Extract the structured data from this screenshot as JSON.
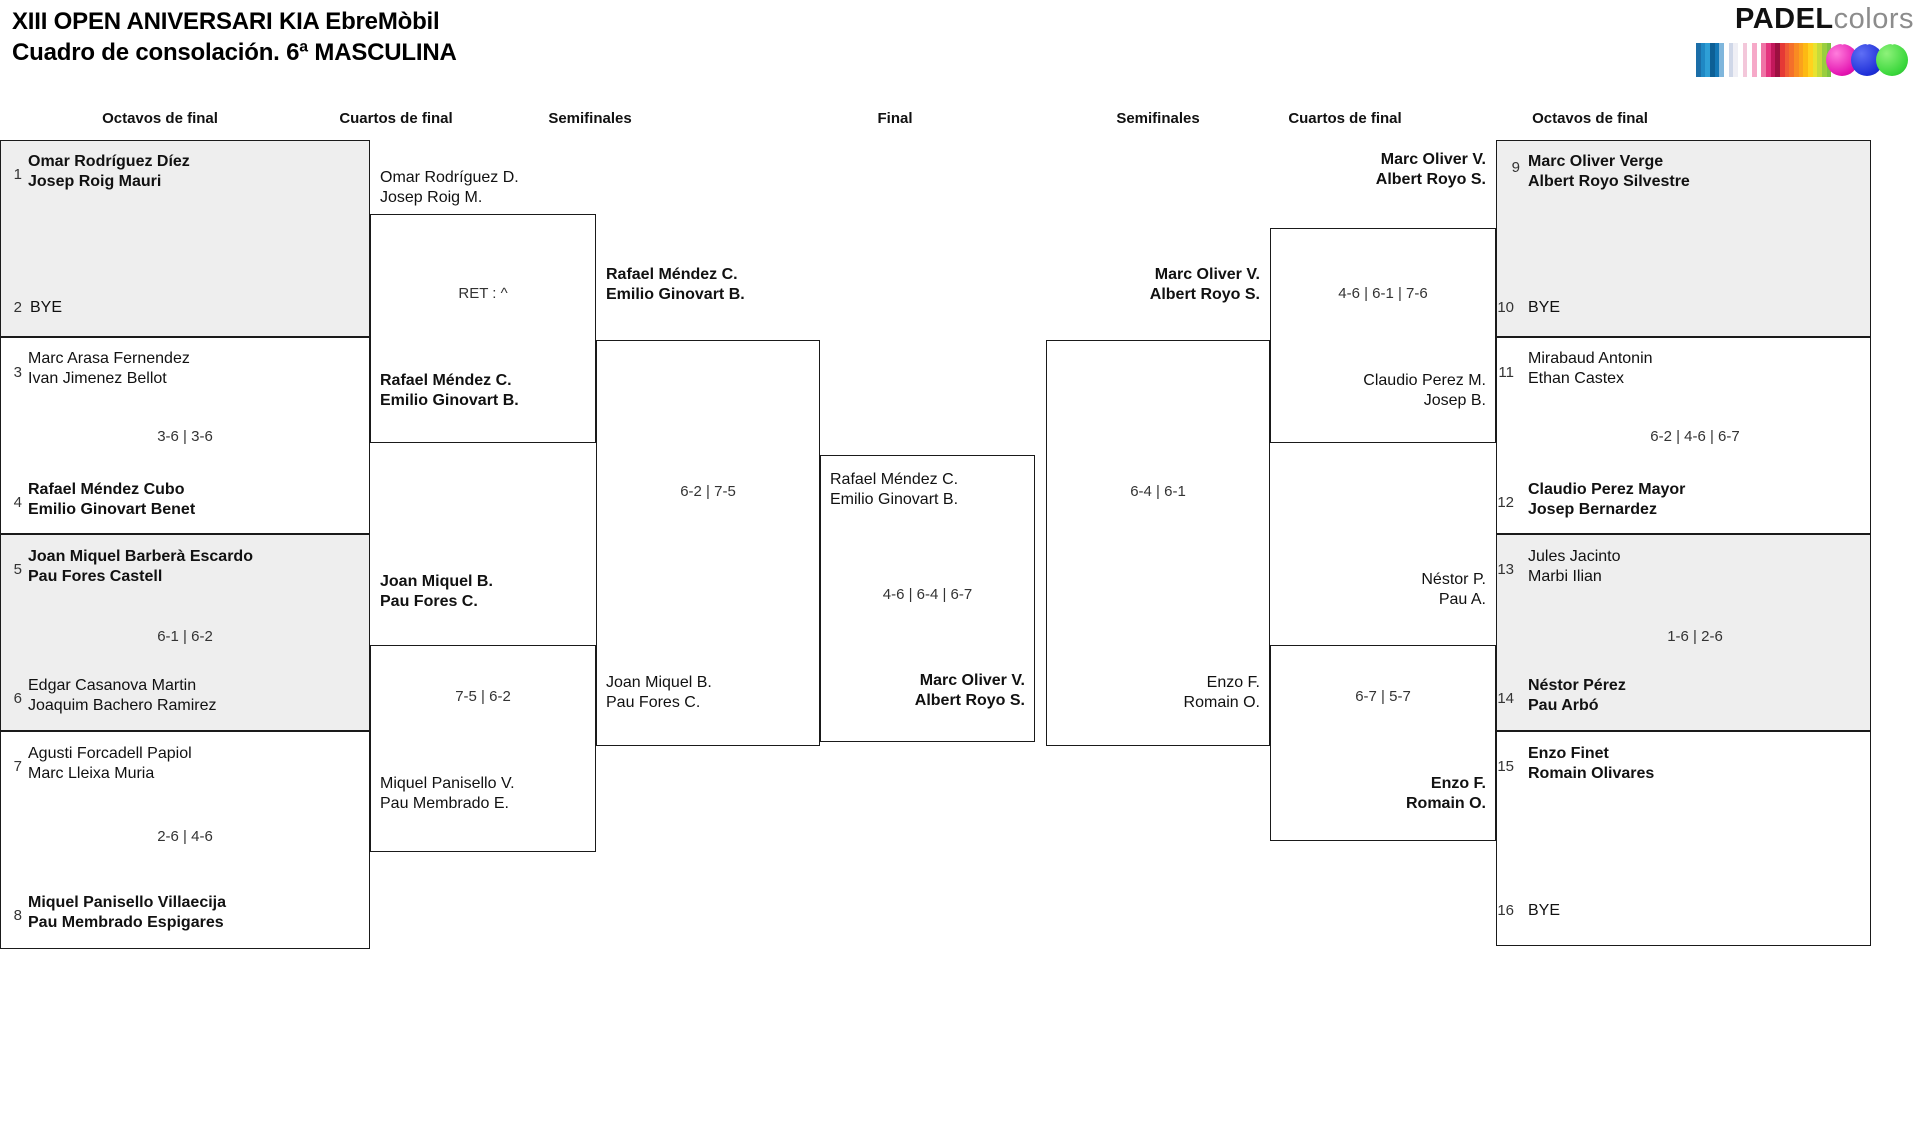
{
  "header": {
    "title_line1": "XIII OPEN ANIVERSARI KIA EbreMòbil",
    "title_line2": "Cuadro de consolación. 6ª MASCULINA",
    "logo_padel": "PADEL",
    "logo_colors": "colors"
  },
  "round_headers": {
    "octavos_left": "Octavos de final",
    "cuartos_left": "Cuartos de final",
    "semis_left": "Semifinales",
    "final": "Final",
    "semis_right": "Semifinales",
    "cuartos_right": "Cuartos de final",
    "octavos_right": "Octavos de final"
  },
  "labels": {
    "bye": "BYE"
  },
  "colors": {
    "shade": "#eeeeee",
    "border": "#1a1a1a",
    "text": "#111111",
    "logo_gray": "#8c8c8c"
  },
  "bracket": {
    "octavos_left": [
      {
        "seed": "1",
        "line1": "Omar Rodríguez Díez",
        "line2": "Josep Roig Mauri"
      },
      {
        "seed": "2",
        "line1": "BYE",
        "line2": ""
      },
      {
        "seed": "3",
        "line1": "Marc Arasa Fernendez",
        "line2": "Ivan Jimenez Bellot"
      },
      {
        "seed": "4",
        "line1": "Rafael Méndez Cubo",
        "line2": "Emilio Ginovart Benet"
      },
      {
        "seed": "5",
        "line1": "Joan Miquel Barberà Escardo",
        "line2": "Pau Fores Castell"
      },
      {
        "seed": "6",
        "line1": "Edgar Casanova Martin",
        "line2": "Joaquim Bachero Ramirez"
      },
      {
        "seed": "7",
        "line1": "Agusti Forcadell Papiol",
        "line2": "Marc Lleixa Muria"
      },
      {
        "seed": "8",
        "line1": "Miquel Panisello Villaecija",
        "line2": "Pau Membrado Espigares"
      }
    ],
    "octavos_left_scores": [
      "",
      "3-6 | 3-6",
      "6-1 | 6-2",
      "2-6 | 4-6"
    ],
    "cuartos_left": [
      {
        "line1": "Omar Rodríguez D.",
        "line2": "Josep Roig M."
      },
      {
        "line1": "Rafael Méndez C.",
        "line2": "Emilio Ginovart B."
      },
      {
        "line1": "Joan Miquel B.",
        "line2": "Pau Fores C."
      },
      {
        "line1": "Miquel Panisello V.",
        "line2": "Pau Membrado E."
      }
    ],
    "cuartos_left_scores": [
      "RET : ^",
      "7-5 | 6-2"
    ],
    "semis_left": [
      {
        "line1": "Rafael Méndez C.",
        "line2": "Emilio Ginovart B."
      },
      {
        "line1": "Joan Miquel B.",
        "line2": "Pau Fores C."
      }
    ],
    "semis_left_scores": [
      "6-2 | 7-5"
    ],
    "final": {
      "top": {
        "line1": "Rafael Méndez C.",
        "line2": "Emilio Ginovart B."
      },
      "bottom": {
        "line1": "Marc Oliver V.",
        "line2": "Albert Royo S."
      },
      "score": "4-6 | 6-4 | 6-7"
    },
    "semis_right": [
      {
        "line1": "Marc Oliver V.",
        "line2": "Albert Royo S."
      },
      {
        "line1": "Enzo F.",
        "line2": "Romain O."
      }
    ],
    "semis_right_scores": [
      "6-4 | 6-1"
    ],
    "cuartos_right": [
      {
        "line1": "Marc Oliver V.",
        "line2": "Albert Royo S."
      },
      {
        "line1": "Claudio Perez M.",
        "line2": "Josep B."
      },
      {
        "line1": "Néstor P.",
        "line2": "Pau A."
      },
      {
        "line1": "Enzo F.",
        "line2": "Romain O."
      }
    ],
    "cuartos_right_scores": [
      "4-6 | 6-1 | 7-6",
      "6-7 | 5-7"
    ],
    "octavos_right": [
      {
        "seed": "9",
        "line1": "Marc Oliver Verge",
        "line2": "Albert Royo Silvestre"
      },
      {
        "seed": "10",
        "line1": "BYE",
        "line2": ""
      },
      {
        "seed": "11",
        "line1": "Mirabaud Antonin",
        "line2": "Ethan Castex"
      },
      {
        "seed": "12",
        "line1": "Claudio Perez Mayor",
        "line2": "Josep Bernardez"
      },
      {
        "seed": "13",
        "line1": "Jules Jacinto",
        "line2": "Marbi Ilian"
      },
      {
        "seed": "14",
        "line1": "Néstor Pérez",
        "line2": "Pau Arbó"
      },
      {
        "seed": "15",
        "line1": "Enzo Finet",
        "line2": "Romain Olivares"
      },
      {
        "seed": "16",
        "line1": "BYE",
        "line2": ""
      }
    ],
    "octavos_right_scores": [
      "",
      "6-2 | 4-6 | 6-7",
      "1-6 | 2-6",
      ""
    ]
  }
}
